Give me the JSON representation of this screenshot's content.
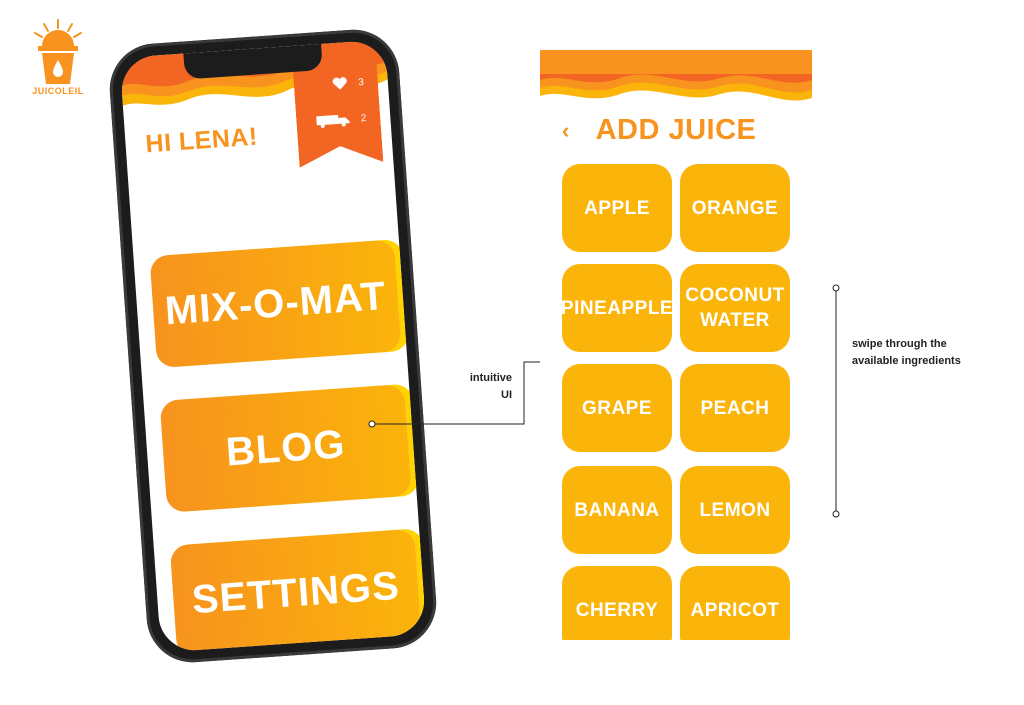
{
  "brand": {
    "name": "JUICOLEIL",
    "color": "#f7931e",
    "icon": "juice-cup-sun-logo"
  },
  "phone": {
    "greeting": "HI LENA!",
    "badge": {
      "likes_icon": "heart-icon",
      "likes": "3",
      "delivery_icon": "truck-icon",
      "deliveries": "2"
    },
    "menu": [
      {
        "label": "MIX-O-MAT"
      },
      {
        "label": "BLOG"
      },
      {
        "label": "SETTINGS"
      }
    ]
  },
  "add_juice": {
    "back_icon": "chevron-left-icon",
    "title": "ADD JUICE",
    "ingredients": [
      {
        "label": "APPLE"
      },
      {
        "label": "ORANGE"
      },
      {
        "label": "PINEAPPLE"
      },
      {
        "label": "COCONUT WATER"
      },
      {
        "label": "GRAPE"
      },
      {
        "label": "PEACH"
      },
      {
        "label": "BANANA"
      },
      {
        "label": "LEMON"
      },
      {
        "label": "CHERRY"
      },
      {
        "label": "APRICOT"
      }
    ]
  },
  "annotations": {
    "ui_note_line1": "intuitive",
    "ui_note_line2": "UI",
    "swipe_note_line1": "swipe through the",
    "swipe_note_line2": "available ingredients"
  },
  "colors": {
    "orange": "#f7931e",
    "yellow": "#fbb40a",
    "accent": "#ffd200",
    "badge": "#f26522"
  }
}
